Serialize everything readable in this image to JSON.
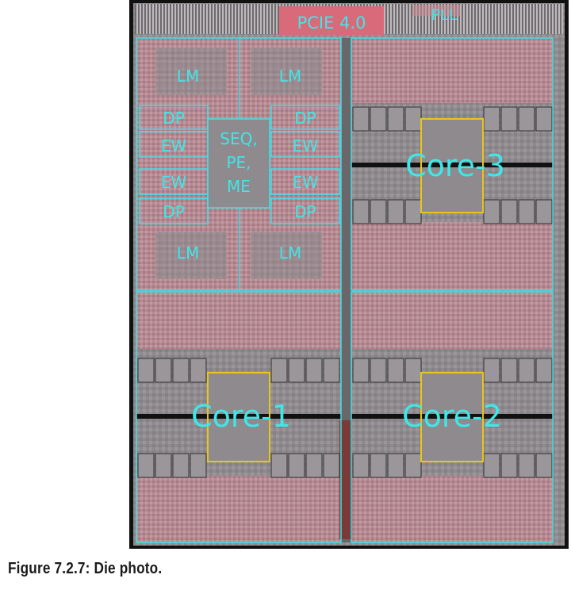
{
  "figure": {
    "caption": "Figure 7.2.7: Die photo.",
    "colors": {
      "die_background": "#8e8a8e",
      "memory_array": "#b58a92",
      "outline": "#3ee0e6",
      "label_text": "#3fe7e7",
      "highlight_gold": "#e8c51a",
      "pcie_block": "#d96a7a"
    },
    "labels": {
      "pcie": "PCIE 4.0",
      "pll": "PLL",
      "lm_top_left": "LM",
      "lm_top_right": "LM",
      "lm_bottom_left": "LM",
      "lm_bottom_right": "LM",
      "dp_left_top": "DP",
      "ew_left_top": "EW",
      "ew_left_bottom": "EW",
      "dp_left_bottom": "DP",
      "dp_right_top": "DP",
      "ew_right_top": "EW",
      "ew_right_bottom": "EW",
      "dp_right_bottom": "DP",
      "seq_line1": "SEQ,",
      "seq_line2": "PE,",
      "seq_line3": "ME",
      "core1": "Core-1",
      "core2": "Core-2",
      "core3": "Core-3"
    }
  }
}
